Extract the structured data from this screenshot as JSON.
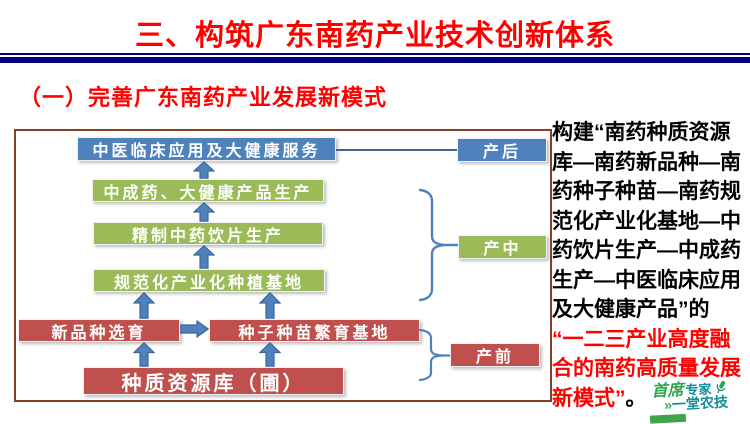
{
  "slide": {
    "title": "三、构筑广东南药产业技术创新体系",
    "subtitle": "（一）完善广东南药产业发展新模式",
    "title_color": "#ff0000",
    "divider_color": "#000080"
  },
  "flowchart": {
    "nodes": {
      "clinical_service": "中医临床应用及大健康服务",
      "patent_medicine_production": "中成药、大健康产品生产",
      "refined_slices_production": "精制中药饮片生产",
      "standardized_planting_base": "规范化产业化种植基地",
      "new_variety_breeding": "新品种选育",
      "seed_seedling_base": "种子种苗繁育基地",
      "germplasm_bank": "种质资源库（圃）"
    },
    "stage_labels": {
      "post_production": "产后",
      "mid_production": "产中",
      "pre_production": "产前"
    },
    "colors": {
      "blue_node": "#4f81bd",
      "green_node": "#9bbb59",
      "red_node": "#c0504d",
      "arrow": "#4f81bd",
      "brace": "#4f81bd",
      "panel_border": "#824325"
    }
  },
  "side_note": {
    "black_text": "构建“南药种质资源库—南药新品种—南药种子种苗—南药规范化产业化基地—中药饮片生产—中成药生产—中医临床应用及大健康产品”的",
    "red_text": "“一二三产业高度融合的南药高质量发展新模式”",
    "period": "。",
    "highlight_color": "#ff0000"
  },
  "logo": {
    "script_text": "首席",
    "bold_text": "专家",
    "chevrons": "»",
    "bottom_text": "一堂农技",
    "mic_icon": "microphone-icon",
    "green": "#3fa54b",
    "teal": "#128e96"
  }
}
